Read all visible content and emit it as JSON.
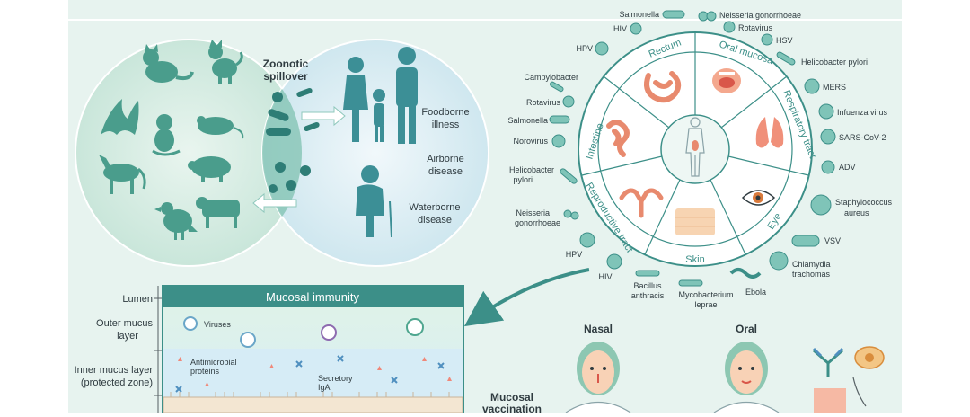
{
  "zoonotic": {
    "spillover_line1": "Zoonotic",
    "spillover_line2": "spillover",
    "foodborne_line1": "Foodborne",
    "foodborne_line2": "illness",
    "airborne_line1": "Airborne",
    "airborne_line2": "disease",
    "waterborne_line1": "Waterborne",
    "waterborne_line2": "disease"
  },
  "wheel": {
    "segments": {
      "rectum": "Rectum",
      "oral_mucosa": "Oral mucosa",
      "respiratory_tract": "Respiratory tract",
      "eye": "Eye",
      "skin": "Skin",
      "reproductive_tract": "Reproductive tract",
      "intestine": "Intestine"
    },
    "pathogens": {
      "salmonella_top": "Salmonella",
      "hiv_top": "HIV",
      "hpv_top": "HPV",
      "neisseria_top": "Neisseria gonorrhoeae",
      "rotavirus_top": "Rotavirus",
      "hsv": "HSV",
      "helicobacter_right": "Helicobacter pylori",
      "mers": "MERS",
      "influenza": "Infuenza virus",
      "sars": "SARS-CoV-2",
      "adv": "ADV",
      "staph_line1": "Staphylococcus",
      "staph_line2": "aureus",
      "vsv": "VSV",
      "chlamydia_line1": "Chlamydia",
      "chlamydia_line2": "trachomas",
      "campylobacter": "Campylobacter",
      "rotavirus_left": "Rotavirus",
      "salmonella_left": "Salmonella",
      "norovirus": "Norovirus",
      "helicobacter_left_line1": "Helicobacter",
      "helicobacter_left_line2": "pylori",
      "neisseria_left_line1": "Neisseria",
      "neisseria_left_line2": "gonorrhoeae",
      "hpv_bottom": "HPV",
      "hiv_bottom": "HIV",
      "bacillus_line1": "Bacillus",
      "bacillus_line2": "anthracis",
      "myco_line1": "Mycobacterium",
      "myco_line2": "leprae",
      "ebola": "Ebola"
    }
  },
  "mucosal": {
    "title": "Mucosal immunity",
    "lumen": "Lumen",
    "outer_line1": "Outer mucus",
    "outer_line2": "layer",
    "inner_line1": "Inner mucus layer",
    "inner_line2": "(protected zone)",
    "viruses": "Viruses",
    "antimicrobial_line1": "Antimicrobial",
    "antimicrobial_line2": "proteins",
    "secretory_line1": "Secretory",
    "secretory_line2": "IgA"
  },
  "vaccination": {
    "line1": "Mucosal",
    "line2": "vaccination",
    "nasal": "Nasal",
    "oral": "Oral"
  },
  "colors": {
    "background": "#e7f3ef",
    "teal": "#3c8f88",
    "deep_teal": "#2e7d76",
    "silhouette": "#4a9d8c",
    "human": "#3c8f96",
    "spillover": "#7fc2b0"
  }
}
